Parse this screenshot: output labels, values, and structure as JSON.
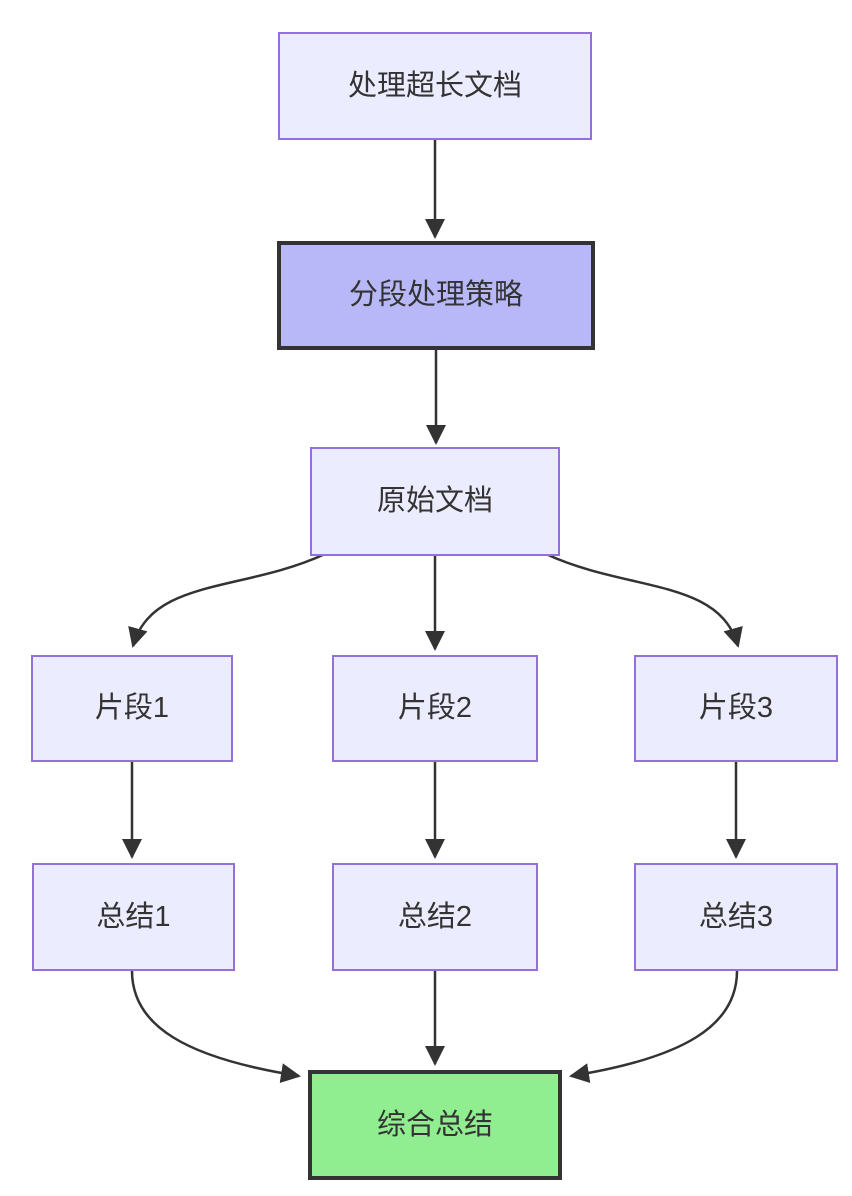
{
  "diagram": {
    "type": "flowchart",
    "direction": "top-down",
    "colors": {
      "background": "#ffffff",
      "node_fill": "#ECECFF",
      "node_border": "#9370DB",
      "highlight_fill": "#B8B8F8",
      "highlight_border": "#333333",
      "success_fill": "#90EE90",
      "success_border": "#333333",
      "edge": "#333333",
      "text": "#333333"
    },
    "nodes": [
      {
        "id": "doc",
        "label": "处理超长文档",
        "style": "default"
      },
      {
        "id": "strategy",
        "label": "分段处理策略",
        "style": "highlight"
      },
      {
        "id": "original",
        "label": "原始文档",
        "style": "default"
      },
      {
        "id": "chunk1",
        "label": "片段1",
        "style": "default"
      },
      {
        "id": "chunk2",
        "label": "片段2",
        "style": "default"
      },
      {
        "id": "chunk3",
        "label": "片段3",
        "style": "default"
      },
      {
        "id": "summary1",
        "label": "总结1",
        "style": "default"
      },
      {
        "id": "summary2",
        "label": "总结2",
        "style": "default"
      },
      {
        "id": "summary3",
        "label": "总结3",
        "style": "default"
      },
      {
        "id": "final",
        "label": "综合总结",
        "style": "success"
      }
    ],
    "edges": [
      {
        "from": "doc",
        "to": "strategy"
      },
      {
        "from": "strategy",
        "to": "original"
      },
      {
        "from": "original",
        "to": "chunk1"
      },
      {
        "from": "original",
        "to": "chunk2"
      },
      {
        "from": "original",
        "to": "chunk3"
      },
      {
        "from": "chunk1",
        "to": "summary1"
      },
      {
        "from": "chunk2",
        "to": "summary2"
      },
      {
        "from": "chunk3",
        "to": "summary3"
      },
      {
        "from": "summary1",
        "to": "final"
      },
      {
        "from": "summary2",
        "to": "final"
      },
      {
        "from": "summary3",
        "to": "final"
      }
    ]
  }
}
